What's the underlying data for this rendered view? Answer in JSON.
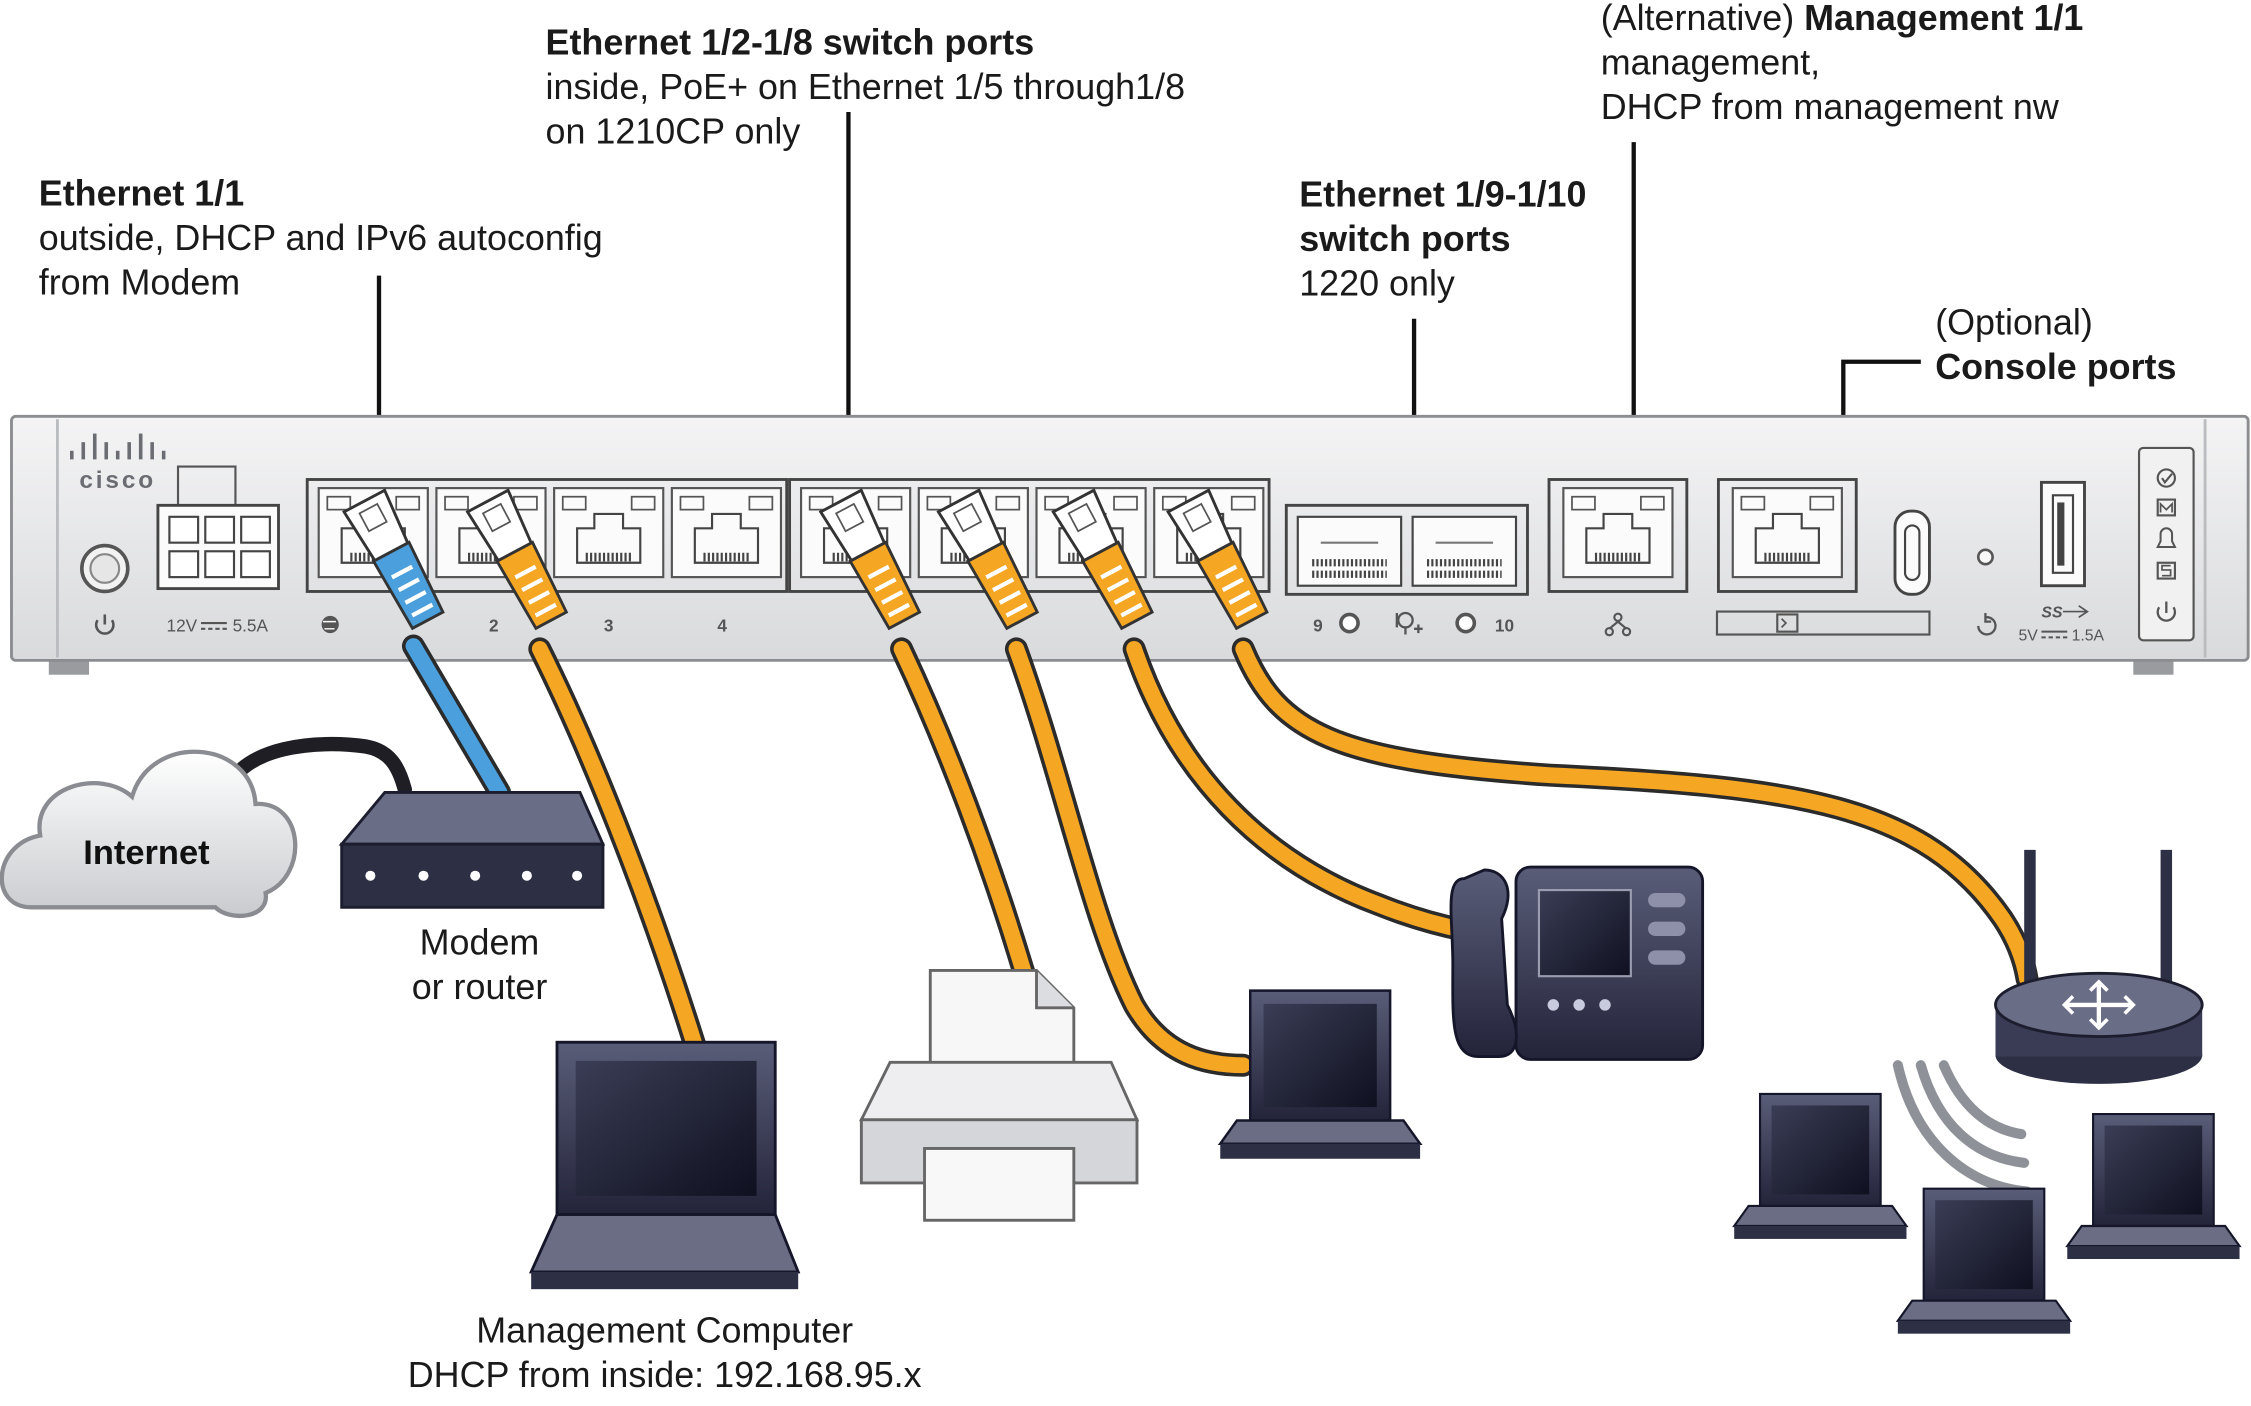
{
  "labels": {
    "eth11": {
      "title": "Ethernet 1/1",
      "lines": [
        "outside, DHCP and IPv6 autoconfig",
        "from Modem"
      ]
    },
    "eth12_18": {
      "title": "Ethernet 1/2-1/8 switch ports",
      "lines": [
        "inside, PoE+ on Ethernet 1/5 through1/8",
        "on 1210CP only"
      ]
    },
    "eth19_110": {
      "title_lines": [
        "Ethernet 1/9-1/10",
        "switch ports"
      ],
      "lines": [
        "1220 only"
      ]
    },
    "mgmt": {
      "prefix": "(Alternative)",
      "title": "Management 1/1",
      "lines": [
        "management,",
        "DHCP from management nw"
      ]
    },
    "console": {
      "prefix": "(Optional)",
      "title": "Console ports"
    }
  },
  "device": {
    "brand": "cisco",
    "power_rating": "12V",
    "power_amps": "5.5A",
    "usb_rating": "5V",
    "usb_amps": "1.5A",
    "usb_logo": "SS",
    "port_numbers": [
      "2",
      "3",
      "4"
    ],
    "sfp_numbers": [
      "9",
      "10"
    ],
    "icons": [
      "power-icon",
      "globe-icon",
      "poe-icon",
      "network-icon",
      "console-icon",
      "reset-icon",
      "status-led-icons"
    ]
  },
  "devices": {
    "cloud": "Internet",
    "modem": [
      "Modem",
      "or router"
    ],
    "computer": [
      "Management Computer",
      "DHCP from inside: 192.168.95.x"
    ]
  },
  "colors": {
    "cable_orange": "#f5a623",
    "cable_blue": "#4a9fdc",
    "device_dark": "#2d2f45",
    "chassis": "#e6e7e8"
  }
}
